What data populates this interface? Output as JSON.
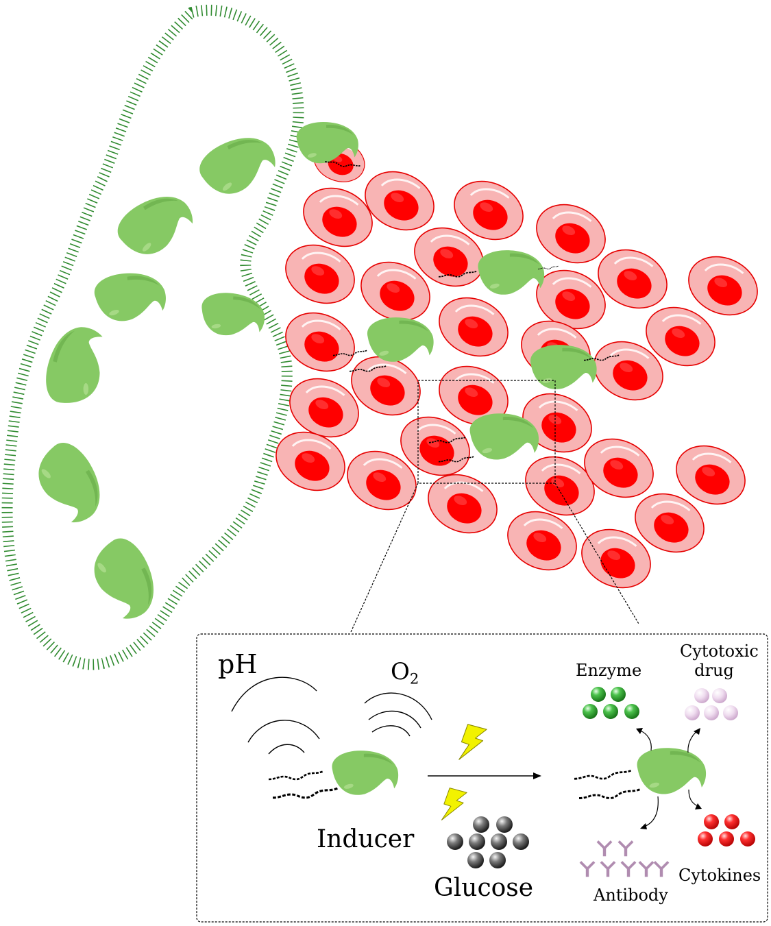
{
  "labels": {
    "ph": "pH",
    "o2_main": "O",
    "o2_sub": "2",
    "inducer": "Inducer",
    "glucose": "Glucose",
    "enzyme": "Enzyme",
    "cytotoxic_line1": "Cytotoxic",
    "cytotoxic_line2": "drug",
    "antibody": "Antibody",
    "cytokines": "Cytokines"
  },
  "colors": {
    "bacterium": "#86c964",
    "bacterium_highlight": "#a6d985",
    "bacterium_shadow": "#6db14e",
    "rbc_outer": "#f8b4b4",
    "rbc_inner": "#ff0000",
    "rbc_stroke": "#e60000",
    "cilia": "#2f8a2f",
    "lightning": "#f2f200",
    "enzyme": "#2e9e2e",
    "cytotoxic": "#e9cfe9",
    "cytokine": "#ff1a1a",
    "glucose": "#3a3a3a",
    "antibody": "#b08cb0"
  },
  "icons": {
    "bacterium": "comma-shaped-bacterium-icon",
    "red-blood-cell": "red-blood-cell-icon",
    "lightning": "lightning-icon",
    "molecule": "sphere-icon",
    "antibody": "y-shaped-antibody-icon",
    "flagella": "flagella-icon"
  }
}
